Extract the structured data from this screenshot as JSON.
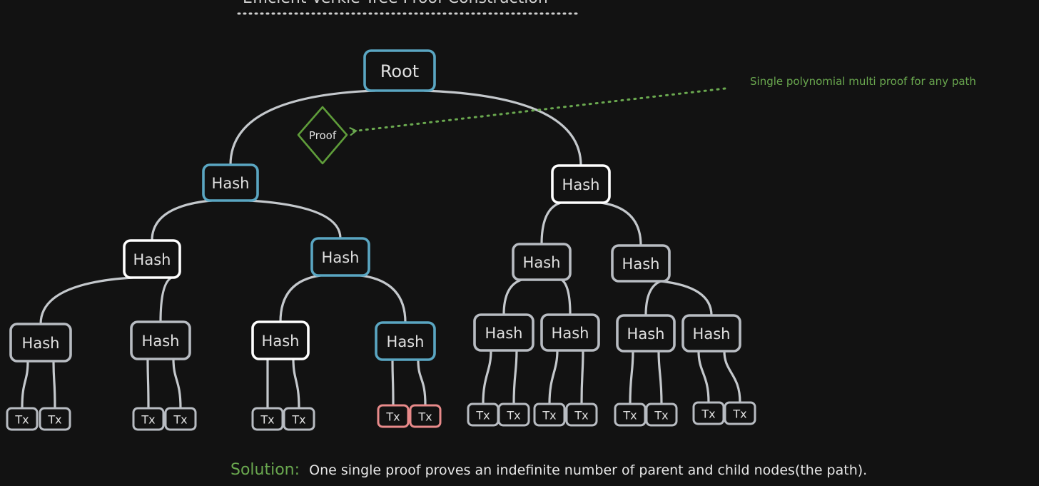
{
  "title": "Efficient Verkle Tree Proof Construction",
  "annotation": "Single polynomial multi proof for any path",
  "proof_label": "Proof",
  "solution": {
    "label": "Solution:",
    "text": "One single proof proves an indefinite number of parent and child nodes(the path)."
  },
  "colors": {
    "background": "#121212",
    "path_node": "#5aa6c2",
    "sibling_node": "#ffffff",
    "default_node": "#b8bcc2",
    "target_leaf": "#e88a8a",
    "proof": "#5f9d3a",
    "annotation": "#6aa84f",
    "edge": "#c4c8cc"
  },
  "tree": {
    "root": "Root",
    "hash_label": "Hash",
    "leaf_label": "Tx"
  }
}
